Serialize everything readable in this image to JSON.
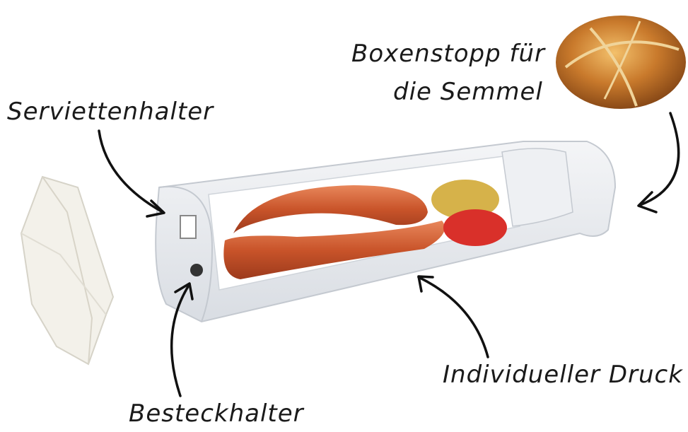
{
  "labels": {
    "napkin_holder": "Serviettenhalter",
    "roll_stop_line1": "Boxenstopp für",
    "roll_stop_line2": "die Semmel",
    "custom_print": "Individueller Druck",
    "cutlery_holder": "Besteckhalter"
  }
}
